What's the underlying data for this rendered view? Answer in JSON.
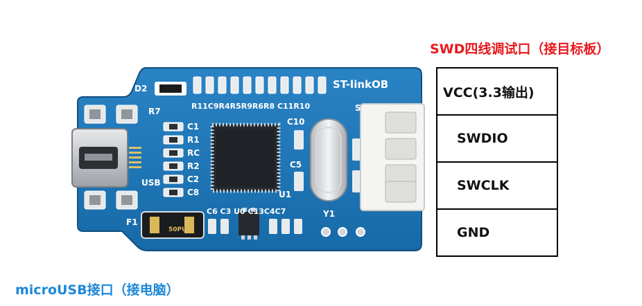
{
  "swd_caption": "SWD四线调试口（接目标板）",
  "usb_caption": "microUSB接口（接电脑）",
  "pins": [
    "VCC(3.3输出)",
    "SWDIO",
    "SWCLK",
    "GND"
  ],
  "silkscreen": {
    "logo": "ST-linkOB",
    "d2": "D2",
    "r7": "R7",
    "top_refs": "R11C9R4R5R9R6R8 C11R10",
    "c1": "C1",
    "r1": "R1",
    "rc": "RC",
    "r2": "R2",
    "c2": "C2",
    "c8": "C8",
    "usb": "USB",
    "f1": "F1",
    "fuse": "50PU",
    "c10": "C10",
    "c5": "C5",
    "u1": "U1",
    "y1": "Y1",
    "bottom_refs": "C6 C3 U0 C13C4C7",
    "s": "S"
  },
  "colors": {
    "swd_caption": "#e8191d",
    "usb_caption": "#1e88d8",
    "board": "#1b6fae",
    "silkscreen": "#ffffff"
  }
}
